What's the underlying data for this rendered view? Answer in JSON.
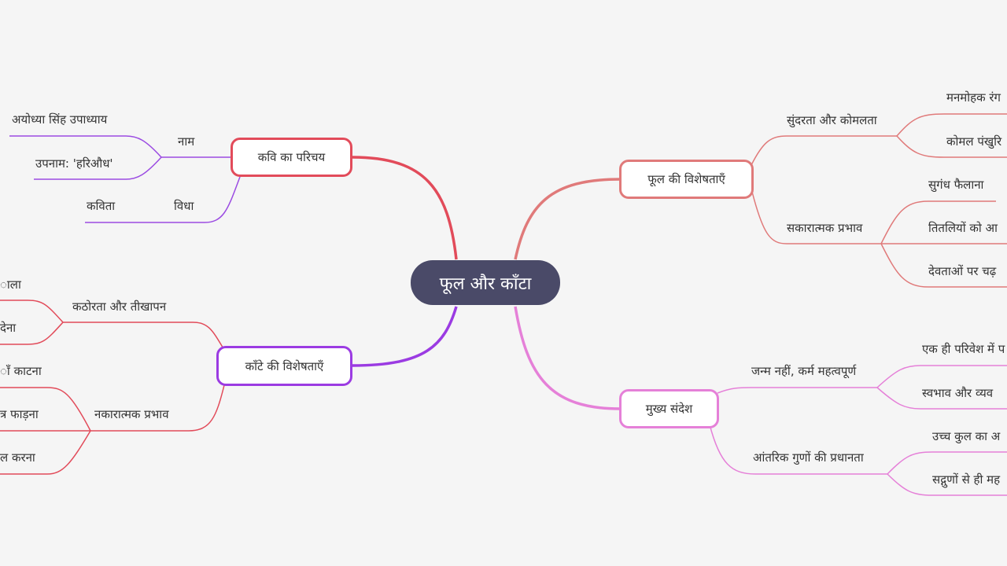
{
  "root": "फूल और काँटा",
  "right": {
    "flower": {
      "title": "फूल की विशेषताएँ",
      "beauty": {
        "title": "सुंदरता और कोमलता",
        "items": [
          "मनमोहक रंग",
          "कोमल पंखुरि"
        ]
      },
      "positive": {
        "title": "सकारात्मक प्रभाव",
        "items": [
          "सुगंध फैलाना",
          "तितलियों को आ",
          "देवताओं पर चढ़"
        ]
      }
    },
    "message": {
      "title": "मुख्य संदेश",
      "karma": {
        "title": "जन्म नहीं, कर्म महत्वपूर्ण",
        "items": [
          "एक ही परिवेश में प",
          "स्वभाव और व्यव"
        ]
      },
      "inner": {
        "title": "आंतरिक गुणों की प्रधानता",
        "items": [
          "उच्च कुल का अ",
          "सद्गुणों से ही मह"
        ]
      }
    }
  },
  "left": {
    "poet": {
      "title": "कवि का परिचय",
      "name": {
        "title": "नाम",
        "items": [
          "अयोध्या सिंह उपाध्याय",
          "उपनाम: 'हरिऔध'"
        ]
      },
      "genre": {
        "title": "विधा",
        "items": [
          "कविता"
        ]
      }
    },
    "thorn": {
      "title": "काँटे की विशेषताएँ",
      "hardness": {
        "title": "कठोरता और तीखापन",
        "items": [
          "ाला",
          "देना"
        ]
      },
      "negative": {
        "title": "नकारात्मक प्रभाव",
        "items": [
          "ाँ काटना",
          "त्र फाड़ना",
          "ल करना"
        ]
      }
    }
  },
  "colors": {
    "background": "#f5f5f5",
    "root": "#4a4a68",
    "flower": "#e07a7a",
    "message": "#e07ad6",
    "poet": "#e24b5a",
    "poet_sub": "#9b4be2",
    "thorn": "#9b3be2",
    "thorn_sub": "#e24b5a"
  }
}
